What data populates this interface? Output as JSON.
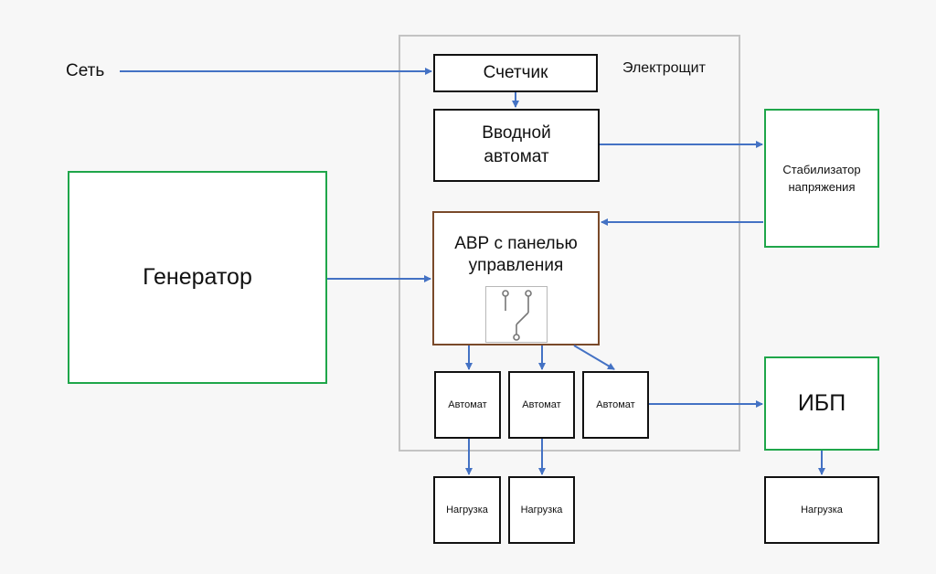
{
  "labels": {
    "net": "Сеть",
    "panel": "Электрощит"
  },
  "nodes": {
    "meter": "Счетчик",
    "breaker_line1": "Вводной",
    "breaker_line2": "автомат",
    "stabilizer_line1": "Стабилизатор",
    "stabilizer_line2": "напряжения",
    "generator": "Генератор",
    "avr_line1": "АВР с панелью",
    "avr_line2": "управления",
    "automat_1": "Автомат",
    "automat_2": "Автомат",
    "automat_3": "Автомат",
    "ups": "ИБП",
    "load_1": "Нагрузка",
    "load_2": "Нагрузка",
    "load_3": "Нагрузка"
  },
  "icons": {
    "avr": "transfer-switch-icon"
  },
  "colors": {
    "arrow": "#4472c4",
    "panel_border": "#c3c3c3",
    "green_border": "#1fa64a",
    "brown_border": "#7a4a2a",
    "black_border": "#111111"
  }
}
